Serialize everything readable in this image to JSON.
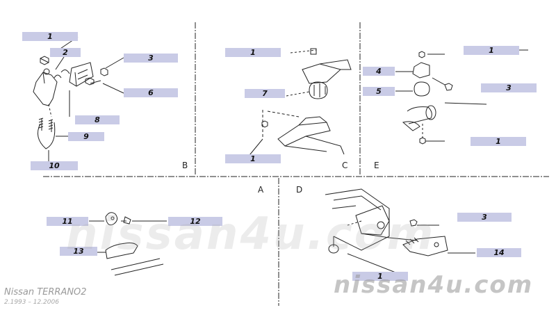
{
  "callouts": {
    "b1": "1",
    "b2": "2",
    "b3": "3",
    "b6": "6",
    "b8": "8",
    "b9": "9",
    "b10": "10",
    "c1a": "1",
    "c7": "7",
    "c1b": "1",
    "e1a": "1",
    "e4": "4",
    "e3": "3",
    "e5": "5",
    "e1b": "1",
    "a11": "11",
    "a12": "12",
    "a13": "13",
    "d3": "3",
    "d14": "14",
    "d1": "1"
  },
  "sections": {
    "B": "B",
    "C": "C",
    "E": "E",
    "A": "A",
    "D": "D"
  },
  "footer": {
    "brand": "Nissan TERRANO2",
    "years": "2.1993 – 12.2006"
  },
  "watermark": {
    "big": "nissan4u.com",
    "small": "nissan4u.com"
  }
}
